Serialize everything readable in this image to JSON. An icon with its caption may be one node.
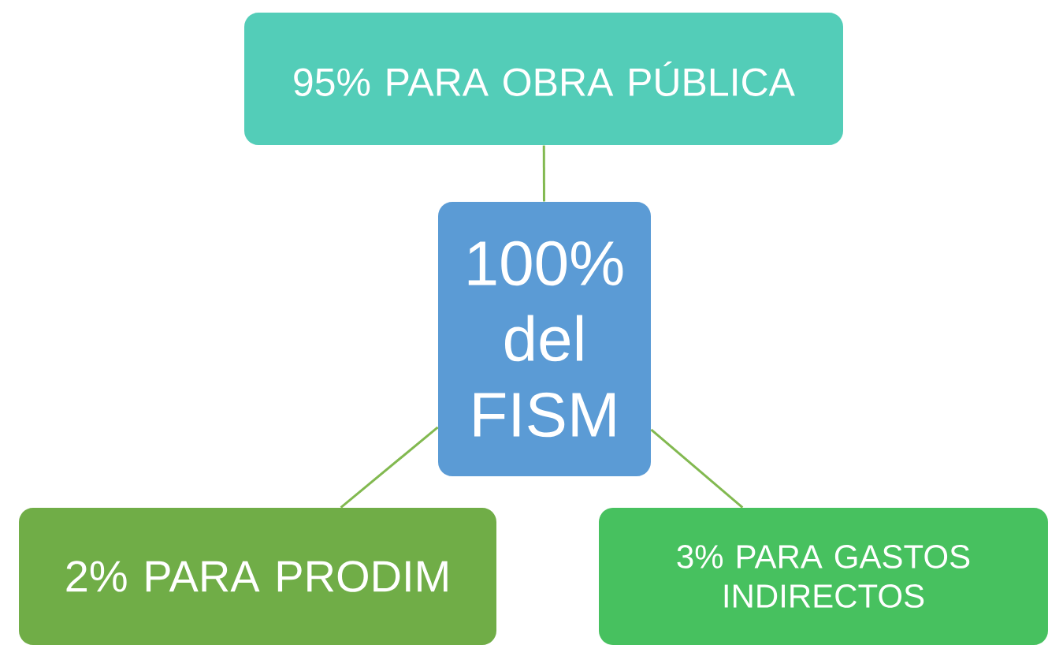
{
  "diagram": {
    "nodes": [
      {
        "text": [
          "95% PARA OBRA PÚBLICA"
        ]
      },
      {
        "text": [
          "100% del FISM"
        ]
      },
      {
        "text": [
          "2% PARA PRODIM"
        ]
      },
      {
        "text": [
          "3% PARA GASTOS INDIRECTOS"
        ]
      }
    ],
    "edges": [
      {
        "from": 1,
        "to": 0,
        "arrow": "none"
      },
      {
        "from": 1,
        "to": 2,
        "arrow": "none"
      },
      {
        "from": 1,
        "to": 3,
        "arrow": "none"
      }
    ]
  }
}
